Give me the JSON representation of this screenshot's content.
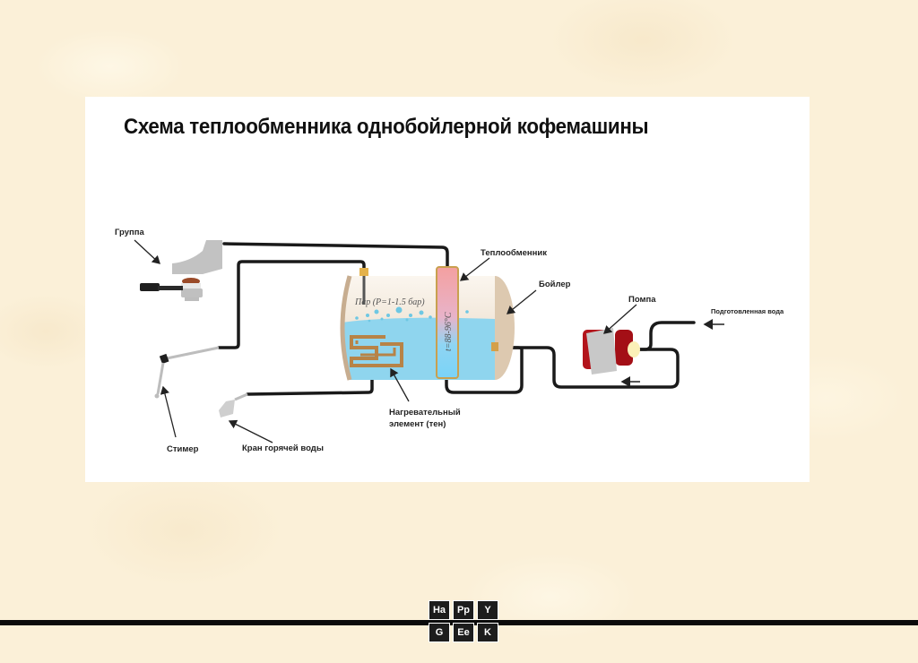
{
  "slide": {
    "title": "Схема теплообменника однобойлерной кофемашины"
  },
  "diagram": {
    "labels": {
      "group": "Группа",
      "heat_exchanger": "Теплообменник",
      "boiler": "Бойлер",
      "pump": "Помпа",
      "prepared_water": "Подготовленная вода",
      "heating_element_line1": "Нагревательный",
      "heating_element_line2": "элемент (тен)",
      "steamer": "Стимер",
      "hot_water_tap": "Кран горячей воды",
      "steam_pressure": "Пар (P=1-1.5 бар)",
      "exchanger_temperature": "t=88-96°C"
    },
    "colors": {
      "pipe": "#1a1a1a",
      "boiler_body": "#e3d2bd",
      "water": "#8fd6ef",
      "exchanger_top": "#f4a3a3",
      "exchanger_bottom": "#7fd3f5",
      "pump_red": "#b3141b",
      "pump_gray": "#c8c8c8",
      "heater": "#b78347"
    }
  },
  "logo": {
    "cells": [
      "Ha",
      "Pp",
      "Y",
      "G",
      "Ee",
      "K"
    ]
  }
}
